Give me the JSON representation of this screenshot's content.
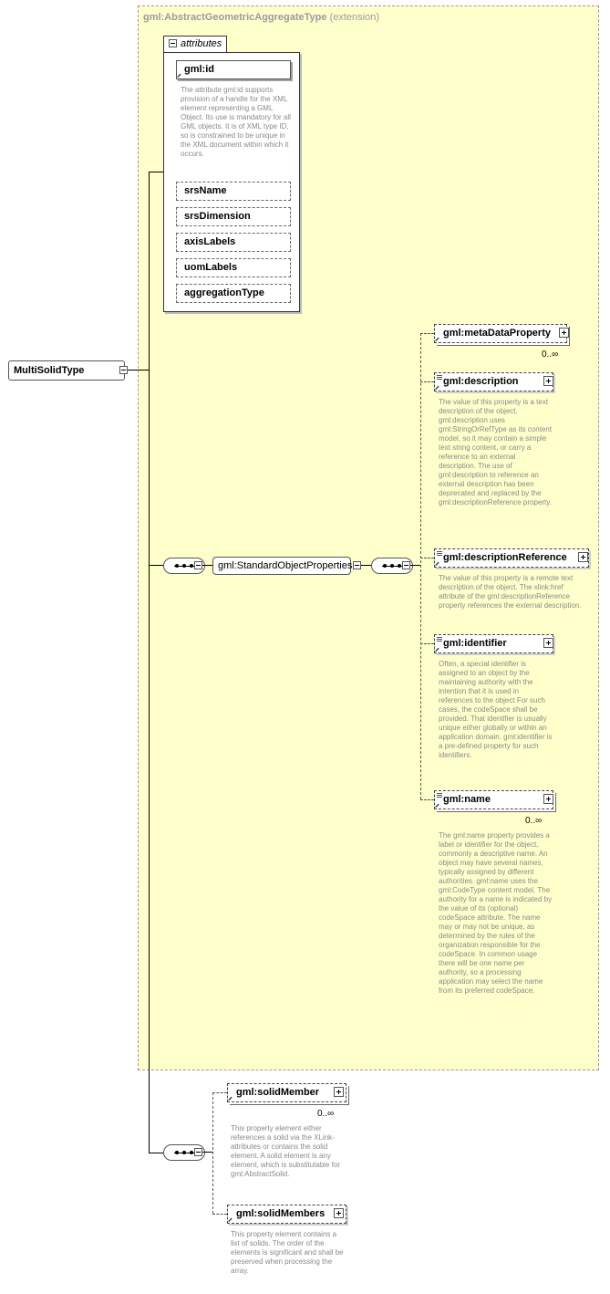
{
  "region": {
    "title_type": "gml:AbstractGeometricAggregateType",
    "title_suffix": "(extension)"
  },
  "attributes": {
    "tab_label": "attributes",
    "items": [
      {
        "name": "gml:id",
        "desc": "The attribute gml:id supports provision of a handle for the XML element representing a GML Object. Its use is mandatory for all GML objects. It is of XML type ID, so is constrained to be unique in the XML document within which it occurs."
      },
      {
        "name": "srsName"
      },
      {
        "name": "srsDimension"
      },
      {
        "name": "axisLabels"
      },
      {
        "name": "uomLabels"
      },
      {
        "name": "aggregationType"
      }
    ]
  },
  "root": {
    "label": "MultiSolidType"
  },
  "group": {
    "label": "gml:StandardObjectProperties"
  },
  "elements": [
    {
      "name": "gml:metaDataProperty",
      "cardinality": "0..∞"
    },
    {
      "name": "gml:description",
      "desc": "The value of this property is a text description of the object. gml:description uses gml:StringOrRefType as its content model, so it may contain a simple text string content, or carry a reference to an external description. The use of gml:description to reference an external description has been deprecated and replaced by the gml:descriptionReference property."
    },
    {
      "name": "gml:descriptionReference",
      "desc": "The value of this property is a remote text description of the object. The xlink:href attribute of the gml:descriptionReference property references the external description."
    },
    {
      "name": "gml:identifier",
      "desc": "Often, a special identifier is assigned to an object by the maintaining authority with the intention that it is used in references to the object For such cases, the codeSpace shall be provided. That identifier is usually unique either globally or within an application domain. gml:identifier is a pre-defined property for such identifiers."
    },
    {
      "name": "gml:name",
      "cardinality": "0..∞",
      "desc": "The gml:name property provides a label or identifier for the object, commonly a descriptive name. An object may have several names, typically assigned by different authorities. gml:name uses the gml:CodeType content model.  The authority for a name is indicated by the value of its (optional) codeSpace attribute.  The name may or may not be unique, as determined by the rules of the organization responsible for the codeSpace.  In common usage there will be one name per authority, so a processing application may select the name from its preferred codeSpace."
    }
  ],
  "solid_elements": [
    {
      "name": "gml:solidMember",
      "cardinality": "0..∞",
      "desc": "This property element either references a solid via the XLink-attributes or contains the solid element. A solid element is any element, which is substitutable for gml:AbstractSolid."
    },
    {
      "name": "gml:solidMembers",
      "desc": "This property element contains a list of solids. The order of the elements is significant and shall be preserved when processing the array."
    }
  ]
}
